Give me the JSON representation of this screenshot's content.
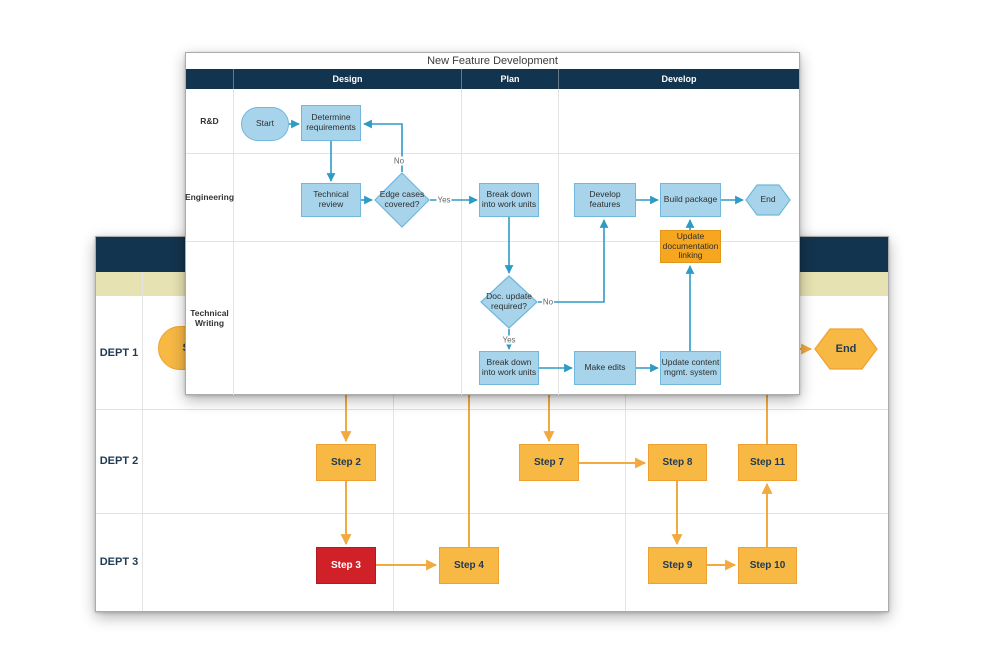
{
  "colors": {
    "header_navy": "#13344E",
    "band_tan": "#E7E2B2",
    "blue_fill": "#A8D4EB",
    "blue_border": "#70B7DB",
    "teal_connector": "#2E9BC6",
    "orange_fill": "#F7B844",
    "orange_border": "#EFA02F",
    "orange_connector": "#F2A940",
    "highlight_orange_fill": "#F6A71F",
    "red_fill": "#D02028",
    "dark_text": "#1D3A52"
  },
  "front_diagram": {
    "title": "New Feature Development",
    "columns": [
      "Design",
      "Plan",
      "Develop"
    ],
    "lanes": [
      "R&D",
      "Engineering",
      "Technical Writing"
    ],
    "labels": {
      "yes": "Yes",
      "no": "No"
    },
    "nodes": {
      "start": {
        "label": "Start",
        "type": "start"
      },
      "determine_requirements": {
        "label": "Determine requirements",
        "type": "process"
      },
      "technical_review": {
        "label": "Technical review",
        "type": "process"
      },
      "edge_cases": {
        "label": "Edge cases covered?",
        "type": "decision"
      },
      "breakdown_eng": {
        "label": "Break down into work units",
        "type": "process"
      },
      "develop_features": {
        "label": "Develop features",
        "type": "process"
      },
      "build_package": {
        "label": "Build package",
        "type": "process"
      },
      "end": {
        "label": "End",
        "type": "end"
      },
      "update_doc_linking": {
        "label": "Update documentation linking",
        "type": "process-highlight"
      },
      "doc_update": {
        "label": "Doc. update required?",
        "type": "decision"
      },
      "breakdown_tw": {
        "label": "Break down into work units",
        "type": "process"
      },
      "make_edits": {
        "label": "Make edits",
        "type": "process"
      },
      "update_cms": {
        "label": "Update content mgmt. system",
        "type": "process"
      }
    },
    "edges": [
      {
        "from": "start",
        "to": "determine_requirements"
      },
      {
        "from": "determine_requirements",
        "to": "technical_review"
      },
      {
        "from": "technical_review",
        "to": "edge_cases"
      },
      {
        "from": "edge_cases",
        "to": "determine_requirements",
        "label": "No"
      },
      {
        "from": "edge_cases",
        "to": "breakdown_eng",
        "label": "Yes"
      },
      {
        "from": "breakdown_eng",
        "to": "doc_update"
      },
      {
        "from": "doc_update",
        "to": "develop_features",
        "label": "No"
      },
      {
        "from": "doc_update",
        "to": "breakdown_tw",
        "label": "Yes"
      },
      {
        "from": "breakdown_tw",
        "to": "make_edits"
      },
      {
        "from": "make_edits",
        "to": "update_cms"
      },
      {
        "from": "update_cms",
        "to": "update_doc_linking"
      },
      {
        "from": "update_doc_linking",
        "to": "build_package"
      },
      {
        "from": "develop_features",
        "to": "build_package"
      },
      {
        "from": "build_package",
        "to": "end"
      }
    ]
  },
  "back_diagram": {
    "lanes": [
      "DEPT 1",
      "DEPT 2",
      "DEPT 3"
    ],
    "nodes": {
      "start": {
        "label": "Start",
        "type": "start"
      },
      "step2": {
        "label": "Step 2",
        "type": "process"
      },
      "step3": {
        "label": "Step 3",
        "type": "process-alert"
      },
      "step4": {
        "label": "Step 4",
        "type": "process"
      },
      "step7": {
        "label": "Step 7",
        "type": "process"
      },
      "step8": {
        "label": "Step 8",
        "type": "process"
      },
      "step9": {
        "label": "Step 9",
        "type": "process"
      },
      "step10": {
        "label": "Step 10",
        "type": "process"
      },
      "step11": {
        "label": "Step 11",
        "type": "process"
      },
      "end": {
        "label": "End",
        "type": "end"
      }
    },
    "edges": [
      {
        "from": "step2",
        "to": "step3"
      },
      {
        "from": "step3",
        "to": "step4"
      },
      {
        "from": "step7",
        "to": "step8"
      },
      {
        "from": "step8",
        "to": "step9"
      },
      {
        "from": "step9",
        "to": "step10"
      },
      {
        "from": "step10",
        "to": "step11"
      },
      {
        "from": "step11",
        "to": "end"
      }
    ]
  }
}
